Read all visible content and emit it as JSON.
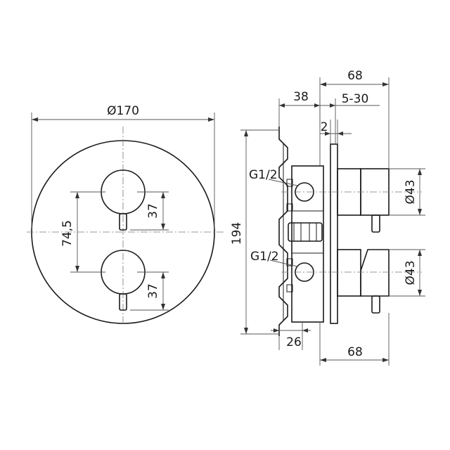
{
  "dimensions": {
    "front_diameter": "Ø170",
    "knob_spacing": "74,5",
    "knob_offset_top": "37",
    "knob_offset_bottom": "37",
    "side_height": "194",
    "side_depth_38": "38",
    "side_depth_68_top": "68",
    "side_range": "5-30",
    "side_plate_thickness": "2",
    "thread_top": "G1/2",
    "thread_bottom": "G1/2",
    "handle_dia_top": "Ø43",
    "handle_dia_bottom": "Ø43",
    "side_depth_26": "26",
    "side_depth_68_bottom": "68"
  }
}
